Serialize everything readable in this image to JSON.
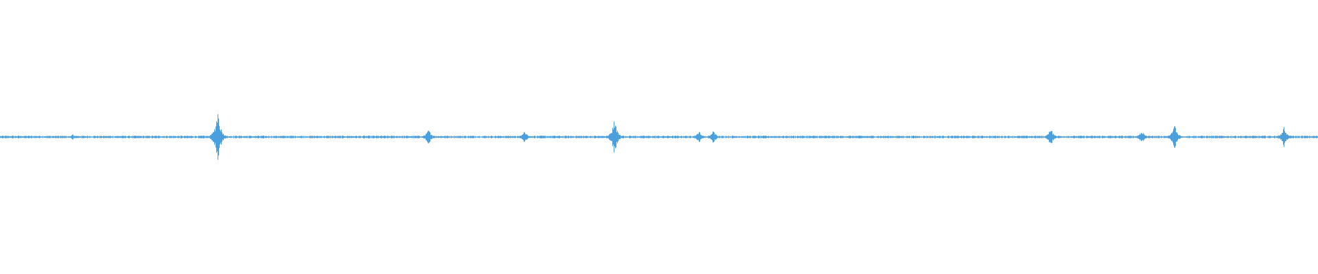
{
  "waveform": {
    "color": "#4a9fdc",
    "background": "#ffffff",
    "baseline_amplitude": 0.01,
    "bursts": [
      {
        "position": 0.055,
        "amplitude": 0.02
      },
      {
        "position": 0.165,
        "amplitude": 0.22
      },
      {
        "position": 0.325,
        "amplitude": 0.06
      },
      {
        "position": 0.398,
        "amplitude": 0.05
      },
      {
        "position": 0.466,
        "amplitude": 0.14
      },
      {
        "position": 0.53,
        "amplitude": 0.05
      },
      {
        "position": 0.541,
        "amplitude": 0.05
      },
      {
        "position": 0.797,
        "amplitude": 0.07
      },
      {
        "position": 0.866,
        "amplitude": 0.05
      },
      {
        "position": 0.891,
        "amplitude": 0.1
      },
      {
        "position": 0.974,
        "amplitude": 0.08
      }
    ]
  }
}
